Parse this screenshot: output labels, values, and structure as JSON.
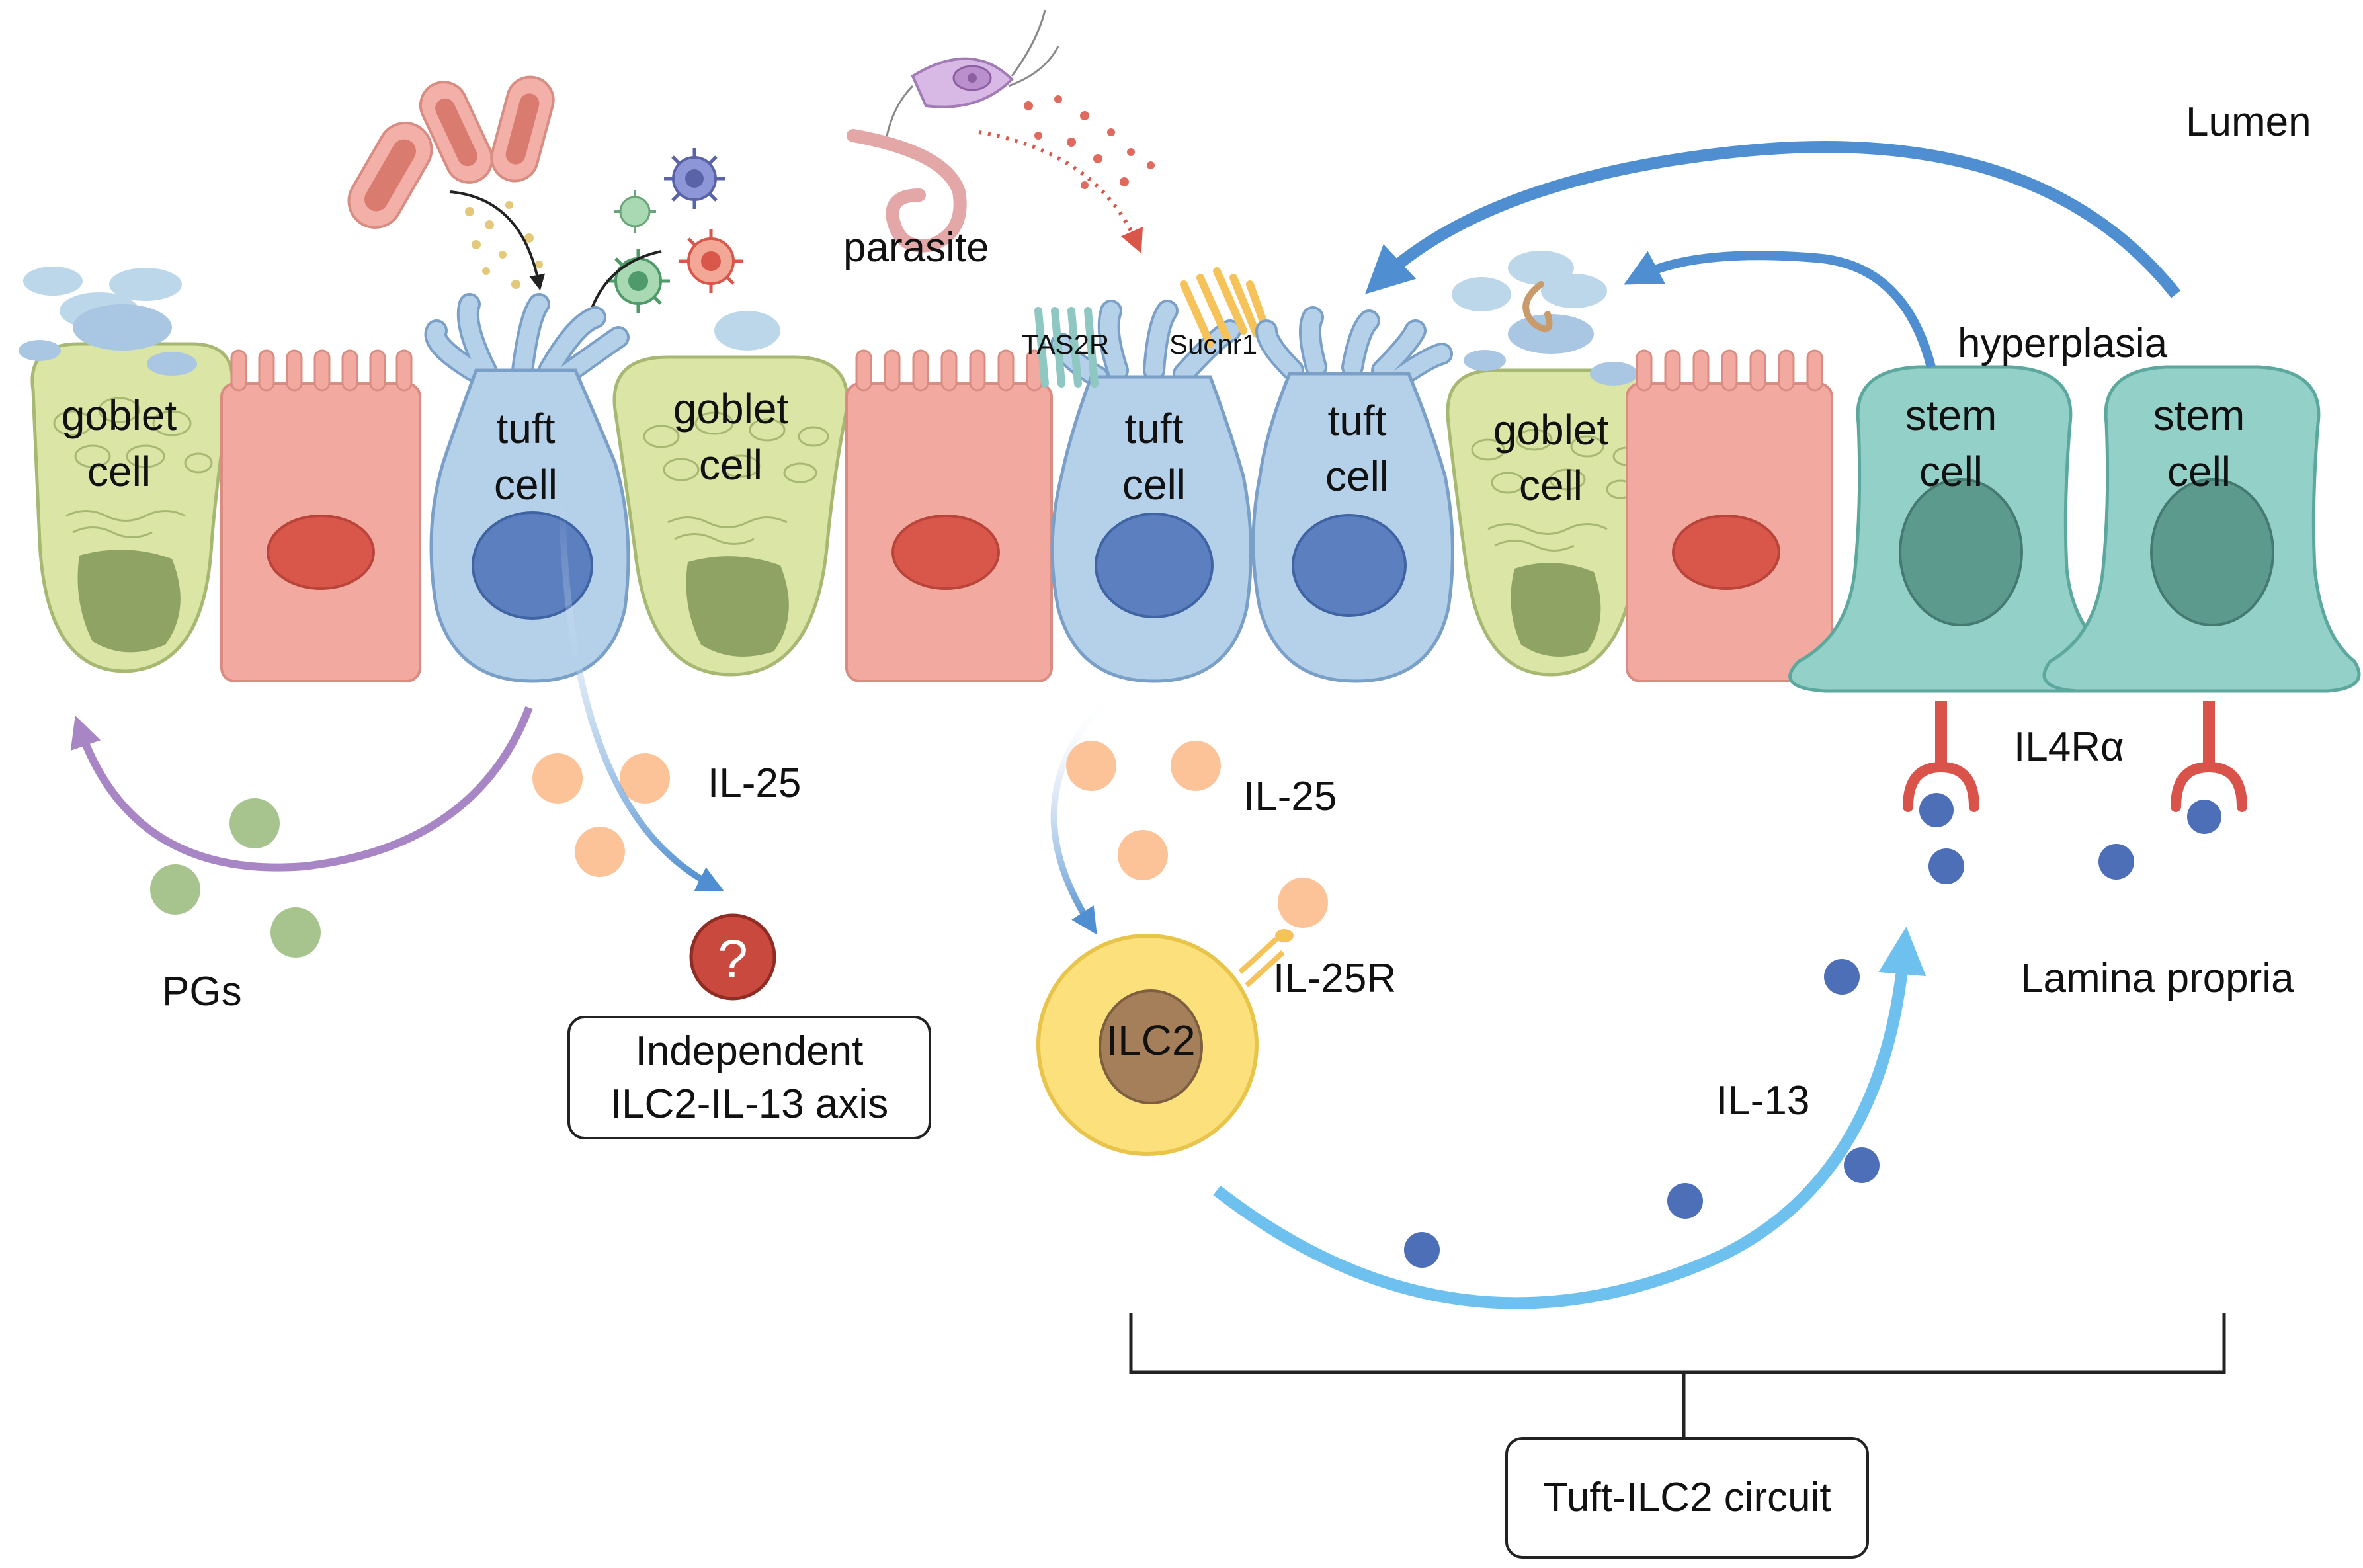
{
  "labels": {
    "lumen": "Lumen",
    "lamina_propria": "Lamina propria",
    "parasite": "parasite",
    "hyperplasia": "hyperplasia",
    "il25_left": "IL-25",
    "il25_mid": "IL-25",
    "il25r": "IL-25R",
    "il13": "IL-13",
    "il4ra": "IL4Rα",
    "pgs": "PGs",
    "tas2r": "TAS2R",
    "sucnr1": "Sucnr1",
    "ilc2": "ILC2",
    "question_mark": "?"
  },
  "cells": {
    "goblet_word": "goblet",
    "cell_word": "cell",
    "tuft_word": "tuft",
    "stem_word": "stem"
  },
  "boxes": {
    "independent_line1": "Independent",
    "independent_line2": "ILC2-IL-13 axis",
    "circuit": "Tuft-ILC2 circuit"
  },
  "colors": {
    "goblet": "#dbe6a6",
    "goblet_nucleus": "#8fa364",
    "enterocyte": "#f2aaa0",
    "enterocyte_nucleus": "#d9564b",
    "tuft": "#b5d1ea",
    "tuft_nucleus": "#5b7fbf",
    "stem": "#93d0c8",
    "stem_nucleus": "#5d9a8e",
    "ilc2": "#fbe07c",
    "il25": "#fdc398",
    "il13": "#4d6fb8",
    "pgs": "#a8c48e",
    "arrow_blue": "#5f9bd6",
    "arrow_cyan": "#6ec0ee",
    "arrow_purple": "#a886c6",
    "receptor_red": "#d9534a",
    "question_red": "#c9493f"
  }
}
